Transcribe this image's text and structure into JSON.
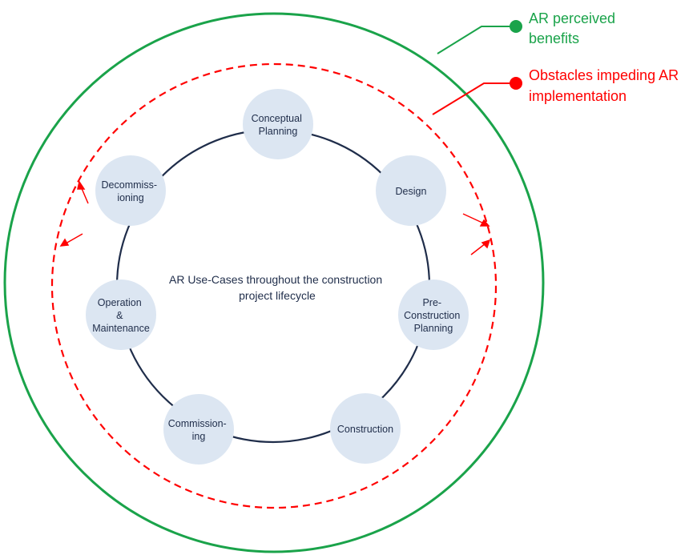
{
  "center": {
    "line1": "AR Use-Cases throughout the construction",
    "line2": "project lifecycle"
  },
  "stages": [
    {
      "id": "conceptual-planning",
      "lines": [
        "Conceptual",
        "Planning"
      ]
    },
    {
      "id": "design",
      "lines": [
        "Design"
      ]
    },
    {
      "id": "pre-construction-planning",
      "lines": [
        "Pre-",
        "Construction",
        "Planning"
      ]
    },
    {
      "id": "construction",
      "lines": [
        "Construction"
      ]
    },
    {
      "id": "commissioning",
      "lines": [
        "Commission-",
        "ing"
      ]
    },
    {
      "id": "operation-maintenance",
      "lines": [
        "Operation",
        "&",
        "Maintenance"
      ]
    },
    {
      "id": "decommissioning",
      "lines": [
        "Decommiss-",
        "ioning"
      ]
    }
  ],
  "legend": {
    "benefits": {
      "lines": [
        "AR perceived",
        "benefits"
      ],
      "color": "#1aa34a"
    },
    "obstacles": {
      "lines": [
        "Obstacles impeding AR",
        "implementation"
      ],
      "color": "#ff0000"
    }
  },
  "colors": {
    "lifecycle_ring": "#1f2d4a",
    "stage_fill": "#dce6f2",
    "center_text": "#1f2d4a"
  }
}
